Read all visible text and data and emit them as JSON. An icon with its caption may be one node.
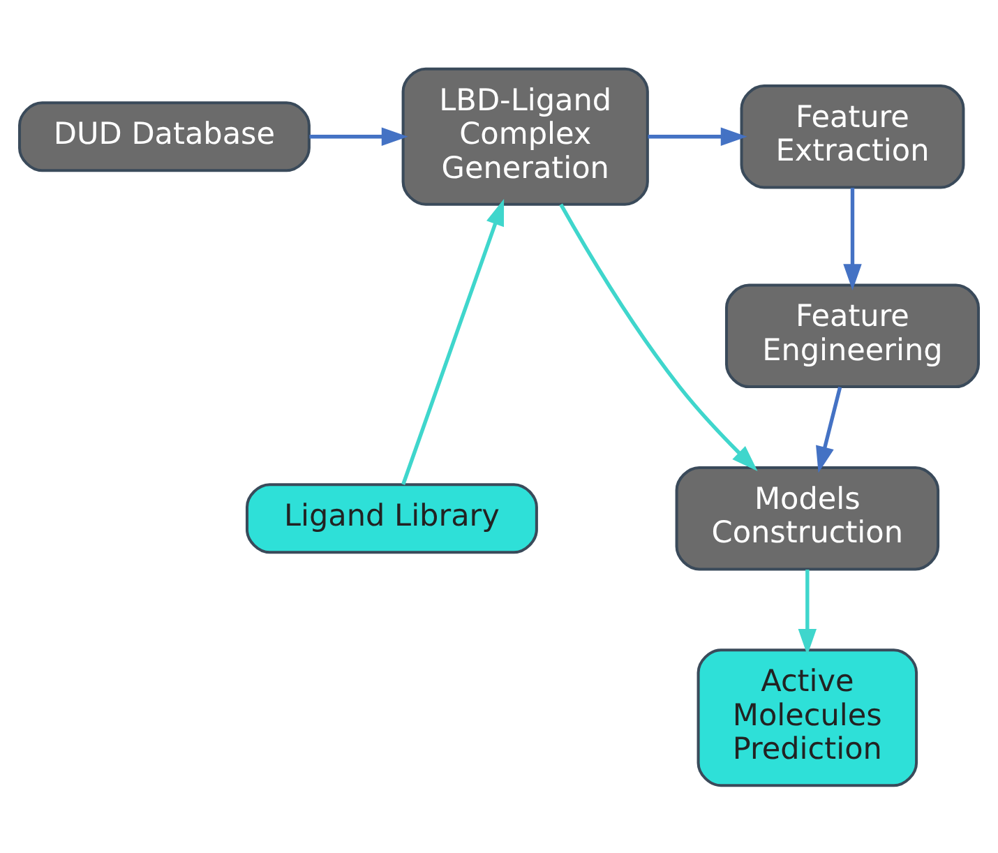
{
  "diagram": {
    "nodes": [
      {
        "text": [
          "DUD Database"
        ]
      },
      {
        "text": [
          "LBD-Ligand Complex Generation"
        ]
      },
      {
        "text": [
          "Feature Extraction"
        ]
      },
      {
        "text": [
          "Feature Engineering"
        ]
      },
      {
        "text": [
          "Ligand Library"
        ]
      },
      {
        "text": [
          "Models Construction"
        ]
      },
      {
        "text": [
          "Active Molecules Prediction"
        ]
      }
    ],
    "edges": [
      {
        "from": 0,
        "to": 1,
        "arrow": "to"
      },
      {
        "from": 1,
        "to": 2,
        "arrow": "to"
      },
      {
        "from": 2,
        "to": 3,
        "arrow": "to"
      },
      {
        "from": 3,
        "to": 5,
        "arrow": "to"
      },
      {
        "from": 4,
        "to": 1,
        "arrow": "to",
        "color": "#3fd6cc"
      },
      {
        "from": 1,
        "to": 5,
        "arrow": "to",
        "color": "#3fd6cc"
      },
      {
        "from": 5,
        "to": 6,
        "arrow": "to",
        "color": "#3fd6cc"
      }
    ]
  }
}
